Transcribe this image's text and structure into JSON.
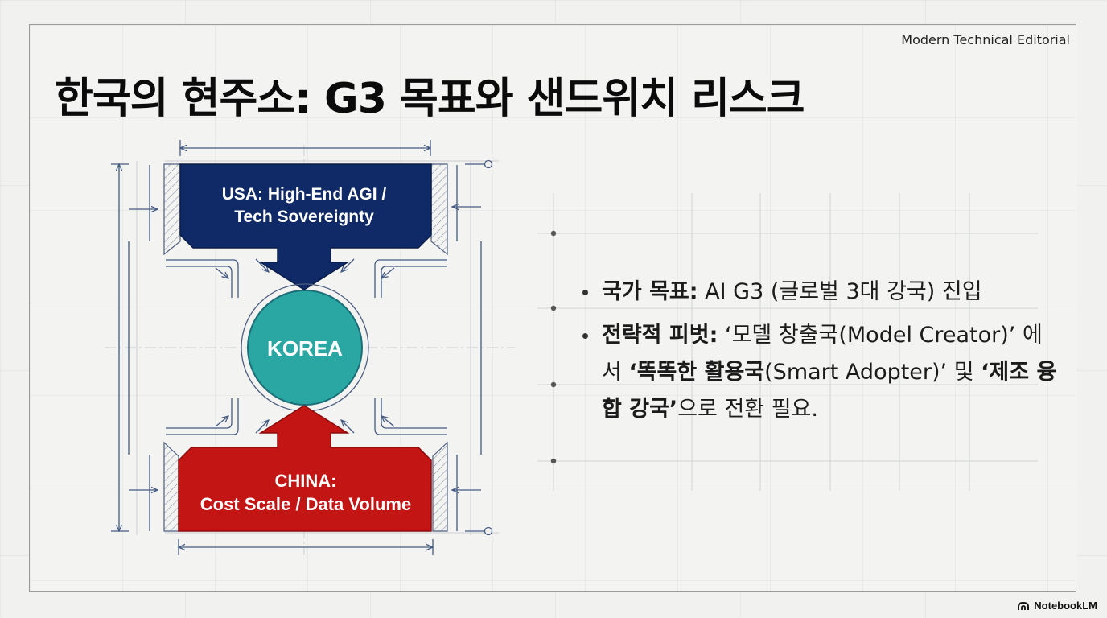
{
  "header": {
    "tag": "Modern Technical Editorial",
    "title": "한국의 현주소: G3 목표와 샌드위치 리스크"
  },
  "diagram": {
    "top_box": {
      "line1": "USA: High-End AGI /",
      "line2": "Tech Sovereignty",
      "color": "#0f2a66"
    },
    "center": {
      "label": "KOREA",
      "color": "#2aa7a3"
    },
    "bottom_box": {
      "line1": "CHINA:",
      "line2": "Cost Scale / Data Volume",
      "color": "#c41515"
    }
  },
  "bullets": [
    {
      "label": "국가 목표:",
      "text": " AI G3 (글로벌 3대 강국) 진입"
    },
    {
      "label": "전략적 피벗:",
      "text_a": " ‘모델 창출국(Model Creator)’ 에서 ",
      "strong_b": "‘똑똑한 활용국",
      "text_c": "(Smart Adopter)’ 및 ",
      "strong_d": "‘제조 융합 강국’",
      "text_e": "으로 전환 필요."
    }
  ],
  "footer": {
    "brand": "NotebookLM"
  }
}
